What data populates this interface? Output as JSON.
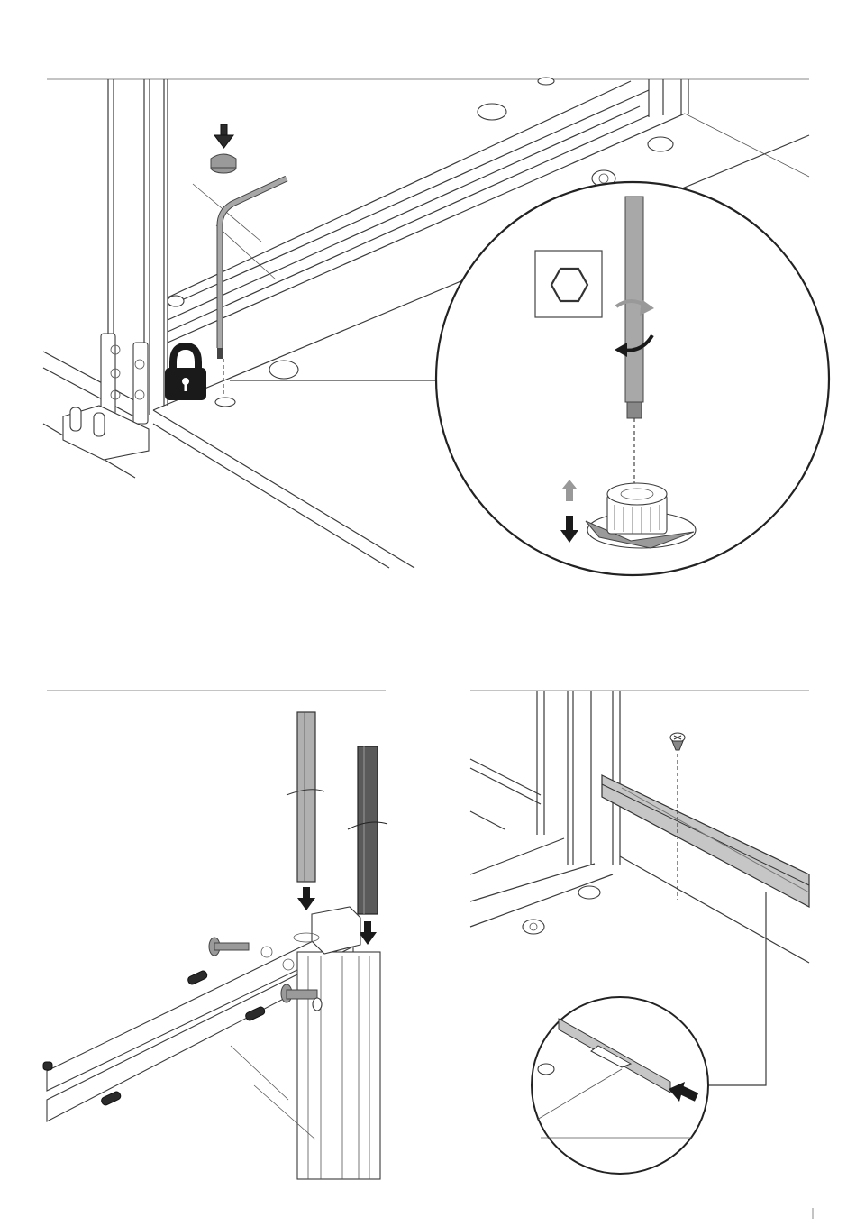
{
  "page": {
    "background": "#ffffff",
    "line_color": "#3a3a3a",
    "accent_grey": "#9a9a9a",
    "dark_fill": "#2b2b2b"
  },
  "panels": [
    {
      "id": "step-top",
      "items": [
        "cap-plug",
        "push-down-arrow",
        "hex-allen-key",
        "lock-icon",
        "screw-hole",
        "detail-circle-hex-adjuster"
      ],
      "detail": {
        "icon": "hexagon-icon",
        "arrows": [
          "rotate-arrow",
          "up-arrow",
          "down-arrow"
        ]
      }
    },
    {
      "id": "step-bottom-left",
      "items": [
        "guide-rail-1",
        "guide-rail-2",
        "insert-arrow-1",
        "insert-arrow-2",
        "cam-bolt",
        "wooden-dowels",
        "frame-profile"
      ]
    },
    {
      "id": "step-bottom-right",
      "items": [
        "countersunk-screw",
        "top-track",
        "detail-circle-slide-track",
        "push-arrow"
      ]
    }
  ]
}
